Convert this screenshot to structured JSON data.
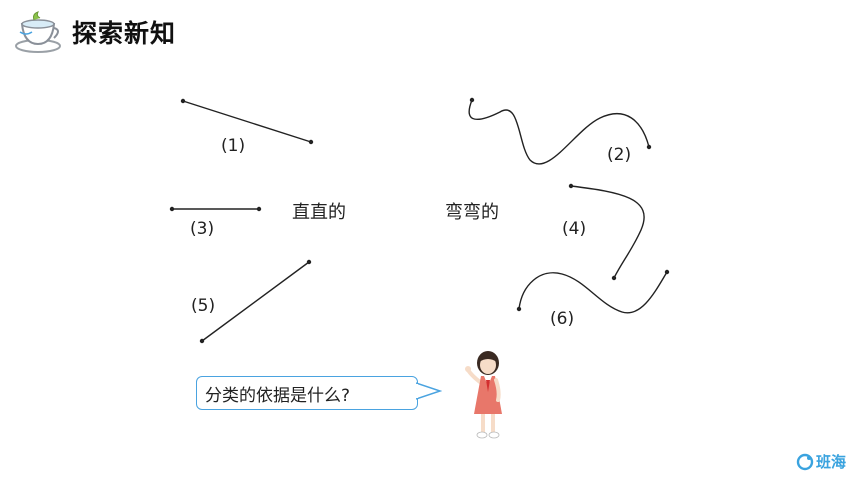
{
  "header": {
    "title": "探索新知",
    "icon": "teacup-icon"
  },
  "lines": {
    "l1": "(1)",
    "l2": "(2)",
    "l3": "(3)",
    "l4": "(4)",
    "l5": "(5)",
    "l6": "(6)"
  },
  "categories": {
    "straight": "直直的",
    "curved": "弯弯的"
  },
  "speech": {
    "text": "分类的依据是什么?"
  },
  "brand": {
    "name": "班海"
  },
  "colors": {
    "bubble_border": "#4aa3e0",
    "brand": "#3aa3df",
    "dress": "#e8776a"
  }
}
